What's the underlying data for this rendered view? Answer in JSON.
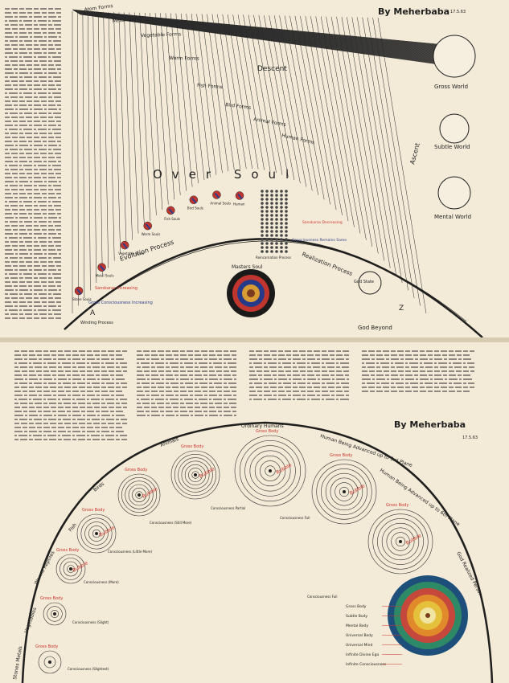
{
  "top_chart": {
    "title": "By Meherbaba",
    "date": "17.5.63",
    "worlds": [
      "Gross World",
      "Subtle World",
      "Mental World"
    ],
    "forms": [
      "Atom Forms",
      "Metal Forms",
      "Vegetable Forms",
      "Worm Forms",
      "Fish Forms",
      "Bird Forms",
      "Animal Forms",
      "Human Forms"
    ],
    "stages": [
      "Stone Souls",
      "Metal Souls",
      "Vegetable Souls",
      "Worm Souls",
      "Fish Souls",
      "Bird Souls",
      "Animal Souls",
      "Human"
    ],
    "labels": {
      "descent": "Descent",
      "ascent": "Ascent",
      "over_soul": "Over Soul",
      "evolution": "Evolution Process",
      "realization": "Realization Process",
      "reincarnation": "Reincarnation Process",
      "masters_soul": "Masters Soul",
      "god_state": "God State",
      "god_beyond": "God Beyond",
      "winding": "Winding Process",
      "sanskaras_increasing": "Sanskaras Increasing",
      "consciousness_increasing": "Gross Consciousness Increasing",
      "consciousness_remains": "Consciousness Remains Same",
      "sanskaras_decreasing": "Sanskaras Decreasing",
      "marker_a": "A",
      "marker_z": "Z"
    },
    "colors": {
      "ink": "#222222",
      "red": "#d0342c",
      "blue": "#2b3f8c"
    }
  },
  "bottom_chart": {
    "title": "By Meherbaba",
    "date": "17.5.63",
    "arc_labels": [
      "Stones Metals",
      "Vegetables",
      "Worms Reptiles",
      "Fish",
      "Birds",
      "Animals",
      "Ordinary Humans",
      "Human Being Advanced up to 3rd Plane",
      "Human Being Advanced up to 6th Plane",
      "God Realized Person"
    ],
    "bodies": {
      "gross": "Gross Body",
      "subtle": "Subtle Body",
      "mental": "Mental Body",
      "bubble": "Bubble"
    },
    "notes": [
      "Consciousness (Slightest)",
      "Consciousness (Slight)",
      "Consciousness (More)",
      "Consciousness (Little More)",
      "Consciousness (Still More)",
      "Consciousness Partial",
      "Consciousness Full",
      "Consciousness Full"
    ],
    "legend": [
      "Gross Body",
      "Subtle Body",
      "Mental Body",
      "Universal Body",
      "Universal Mind",
      "Infinite Divine Ego",
      "Infinite Consciousness"
    ],
    "colors": {
      "ink": "#222222",
      "red": "#d0342c"
    }
  }
}
